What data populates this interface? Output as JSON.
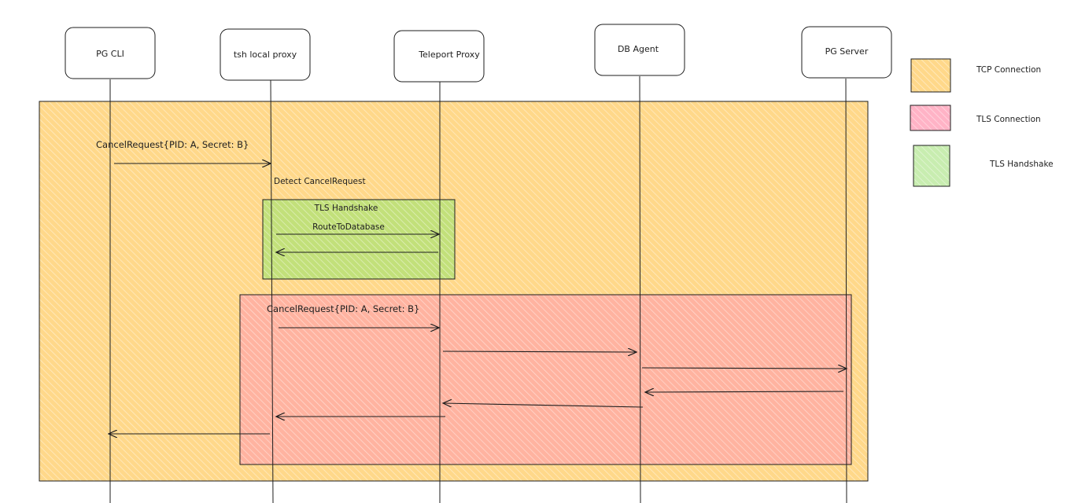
{
  "actors": [
    {
      "id": "pg-cli",
      "name": "PG CLI"
    },
    {
      "id": "tsh-local-proxy",
      "name": "tsh local proxy"
    },
    {
      "id": "teleport-proxy",
      "name": "Teleport Proxy"
    },
    {
      "id": "db-agent",
      "name": "DB Agent"
    },
    {
      "id": "pg-server",
      "name": "PG Server"
    }
  ],
  "regions": {
    "tcp": {
      "color": "#ffd88a"
    },
    "tls_handshake": {
      "color": "#c2e07a",
      "label": "TLS Handshake"
    },
    "tls": {
      "color": "#ffb3a0"
    }
  },
  "labels": {
    "cancel_request_1": "CancelRequest{PID: A, Secret: B}",
    "detect": "Detect CancelRequest",
    "route_to_database": "RouteToDatabase",
    "cancel_request_2": "CancelRequest{PID: A, Secret: B}"
  },
  "legend": [
    {
      "label": "TCP Connection",
      "color": "#ffd88a"
    },
    {
      "label": "TLS Connection",
      "color": "#ffb3c6"
    },
    {
      "label": "TLS Handshake",
      "color": "#c8edb0"
    }
  ]
}
